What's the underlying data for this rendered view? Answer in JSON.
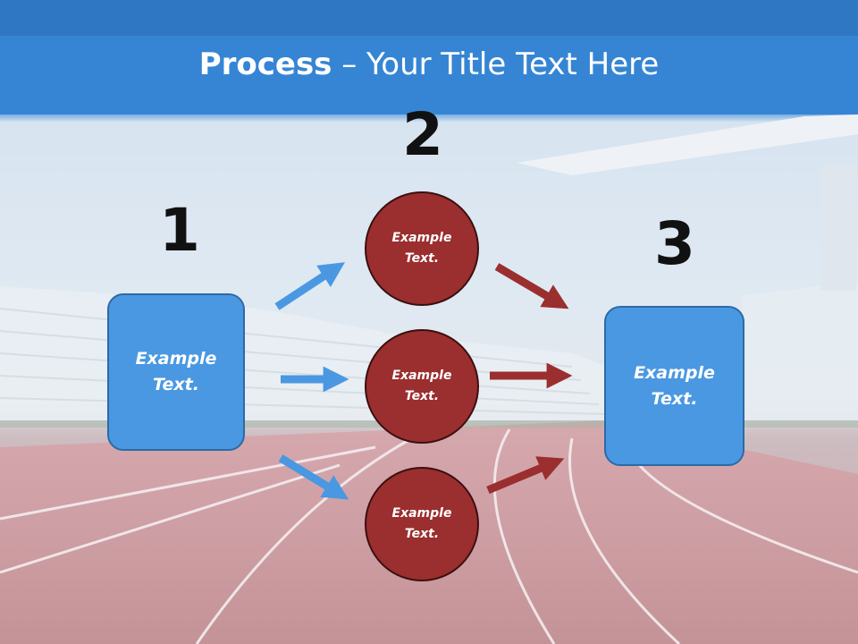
{
  "slide": {
    "title_bold": "Process",
    "title_rest": " – Your Title Text Here",
    "steps": [
      {
        "number": "1",
        "text_line1": "Example",
        "text_line2": "Text."
      },
      {
        "number": "2"
      },
      {
        "number": "3",
        "text_line1": "Example",
        "text_line2": "Text."
      }
    ],
    "circles": [
      {
        "text_line1": "Example",
        "text_line2": "Text."
      },
      {
        "text_line1": "Example",
        "text_line2": "Text."
      },
      {
        "text_line1": "Example",
        "text_line2": "Text."
      }
    ],
    "colors": {
      "blue_box": "#4a98e2",
      "red_circle": "#9b2e2e",
      "blue_arrow": "#4a98e2",
      "red_arrow": "#9b2e2e"
    }
  }
}
